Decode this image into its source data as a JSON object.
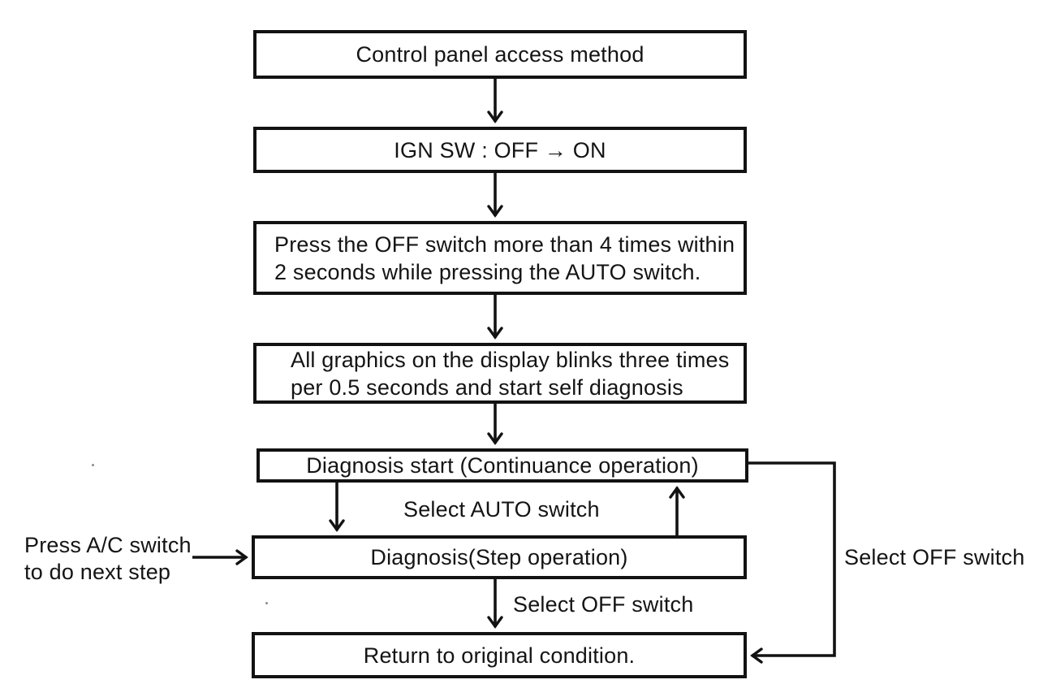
{
  "diagram": {
    "title_box": "Control panel access method",
    "boxes": [
      {
        "id": "box-1",
        "lines": [
          "Control panel access method"
        ]
      },
      {
        "id": "box-2",
        "lines": [
          "IGN SW : OFF → ON"
        ]
      },
      {
        "id": "box-3",
        "lines": [
          "Press the OFF switch more than 4 times within",
          "2 seconds while pressing the AUTO switch."
        ]
      },
      {
        "id": "box-4",
        "lines": [
          "All graphics on the display blinks three times",
          "per 0.5 seconds and start self diagnosis"
        ]
      },
      {
        "id": "box-5",
        "lines": [
          "Diagnosis start (Continuance operation)"
        ]
      },
      {
        "id": "box-6",
        "lines": [
          "Diagnosis(Step operation)"
        ]
      },
      {
        "id": "box-7",
        "lines": [
          "Return to original condition."
        ]
      }
    ],
    "labels": {
      "select_auto": "Select AUTO switch",
      "select_off_step": "Select OFF switch",
      "select_off_side": "Select OFF switch",
      "press_ac_line1": "Press A/C switch",
      "press_ac_line2": "to do next step"
    },
    "colors": {
      "ink": "#141414",
      "background": "#ffffff"
    }
  }
}
